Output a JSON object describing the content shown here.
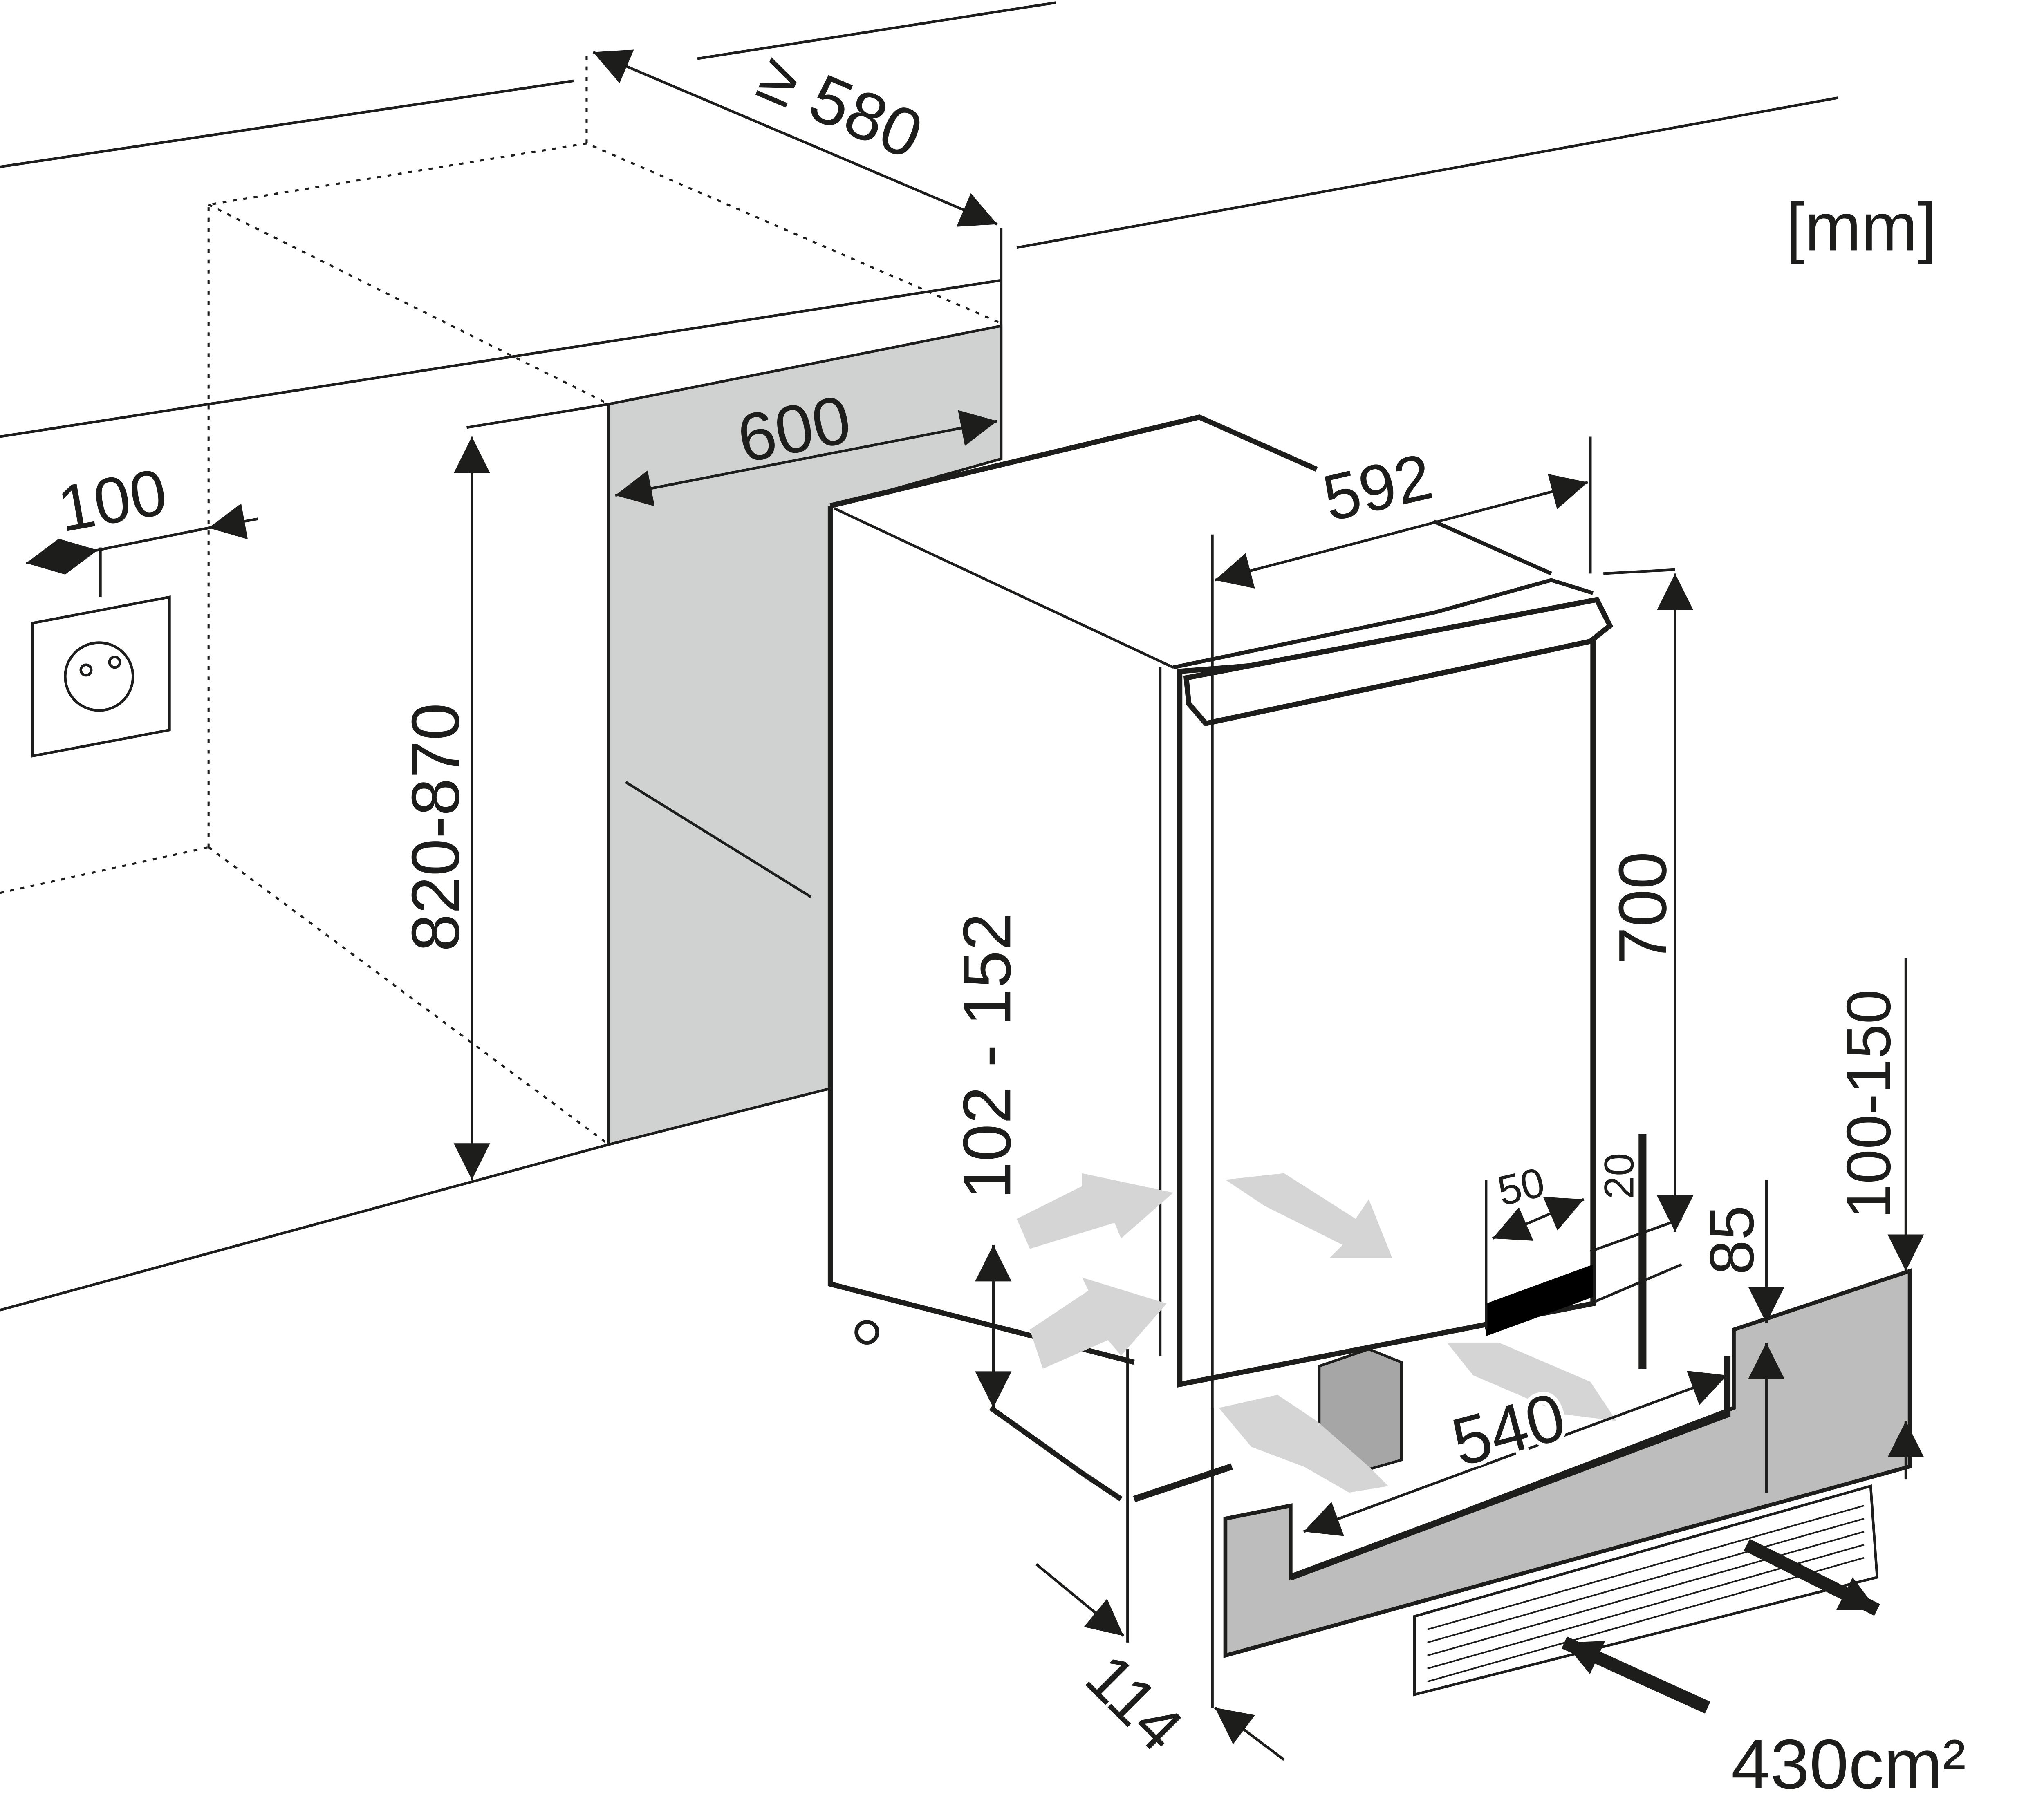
{
  "units": "[mm]",
  "dimensions": {
    "depth_niche": "≥ 580",
    "niche_width": "600",
    "socket_offset": "100",
    "niche_height": "820-870",
    "appliance_width": "592",
    "appliance_height": "700",
    "plinth_range": "102 - 152",
    "vent_width": "50",
    "vent_offset": "20",
    "plinth_gap": "85",
    "plinth_height": "100-150",
    "plinth_width": "540",
    "plinth_depth": "114",
    "vent_area": "430cm²"
  },
  "colors": {
    "line": "#1d1d1b",
    "panel": "#d0d2d1",
    "plinth": "#bdbdbd",
    "arrow_light": "#d4d5d4"
  }
}
